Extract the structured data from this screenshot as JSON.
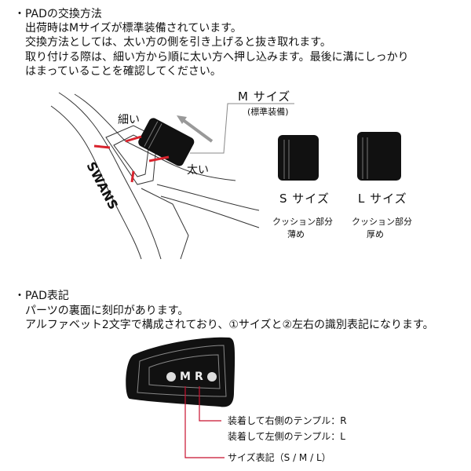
{
  "section1": {
    "heading": "・PADの交換方法",
    "lines": [
      "出荷時はMサイズが標準装備されています。",
      "交換方法としては、太い方の側を引き上げると抜き取れます。",
      "取り付ける際は、細い方から順に太い方へ押し込みます。最後に溝にしっかり",
      "はまっていることを確認してください。"
    ],
    "illustration": {
      "brand": "SWANS",
      "thin_label": "細い",
      "thick_label": "太い",
      "m_size": "M サイズ",
      "m_note": "(標準装備)"
    },
    "sizes": [
      {
        "label": "S サイズ",
        "desc1": "クッション部分",
        "desc2": "薄め"
      },
      {
        "label": "L サイズ",
        "desc1": "クッション部分",
        "desc2": "厚め"
      }
    ]
  },
  "section2": {
    "heading": "・PAD表記",
    "lines": [
      "パーツの裏面に刻印があります。",
      "アルファベット2文字で構成されており、①サイズと②左右の識別表記になります。"
    ],
    "pad_marks": [
      "M",
      "R"
    ],
    "callouts": [
      "装着して右側のテンプル：R",
      "装着して左側のテンプル：L",
      "サイズ表記（S / M / L）"
    ],
    "accent_color": "#c8102e"
  }
}
